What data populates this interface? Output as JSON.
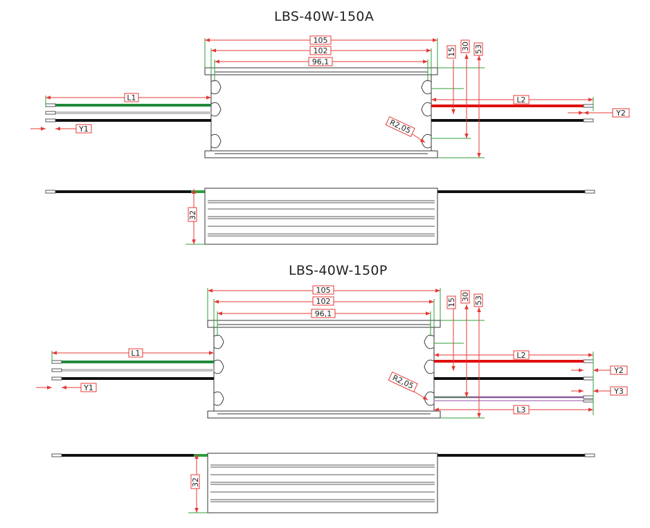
{
  "drawings": [
    {
      "title": "LBS-40W-150A",
      "dim_105": "105",
      "dim_102": "102",
      "dim_961": "96,1",
      "dim_15": "15",
      "dim_30": "30",
      "dim_53": "53",
      "radius": "R2,05",
      "l1": "L1",
      "l2": "L2",
      "y1": "Y1",
      "y2": "Y2",
      "height": "32"
    },
    {
      "title": "LBS-40W-150P",
      "dim_105": "105",
      "dim_102": "102",
      "dim_961": "96,1",
      "dim_15": "15",
      "dim_30": "30",
      "dim_53": "53",
      "radius": "R2,05",
      "l1": "L1",
      "l2": "L2",
      "l3": "L3",
      "y1": "Y1",
      "y2": "Y2",
      "y3": "Y3",
      "height": "32"
    }
  ],
  "colors": {
    "dimension": "#e53935",
    "extension": "#2e9e3a",
    "wire_green": "#1f8a3b",
    "wire_gray": "#c4c4c4",
    "wire_black": "#111111",
    "wire_red": "#e01010",
    "wire_purple": "#8a5a9a",
    "outline": "#333333"
  }
}
